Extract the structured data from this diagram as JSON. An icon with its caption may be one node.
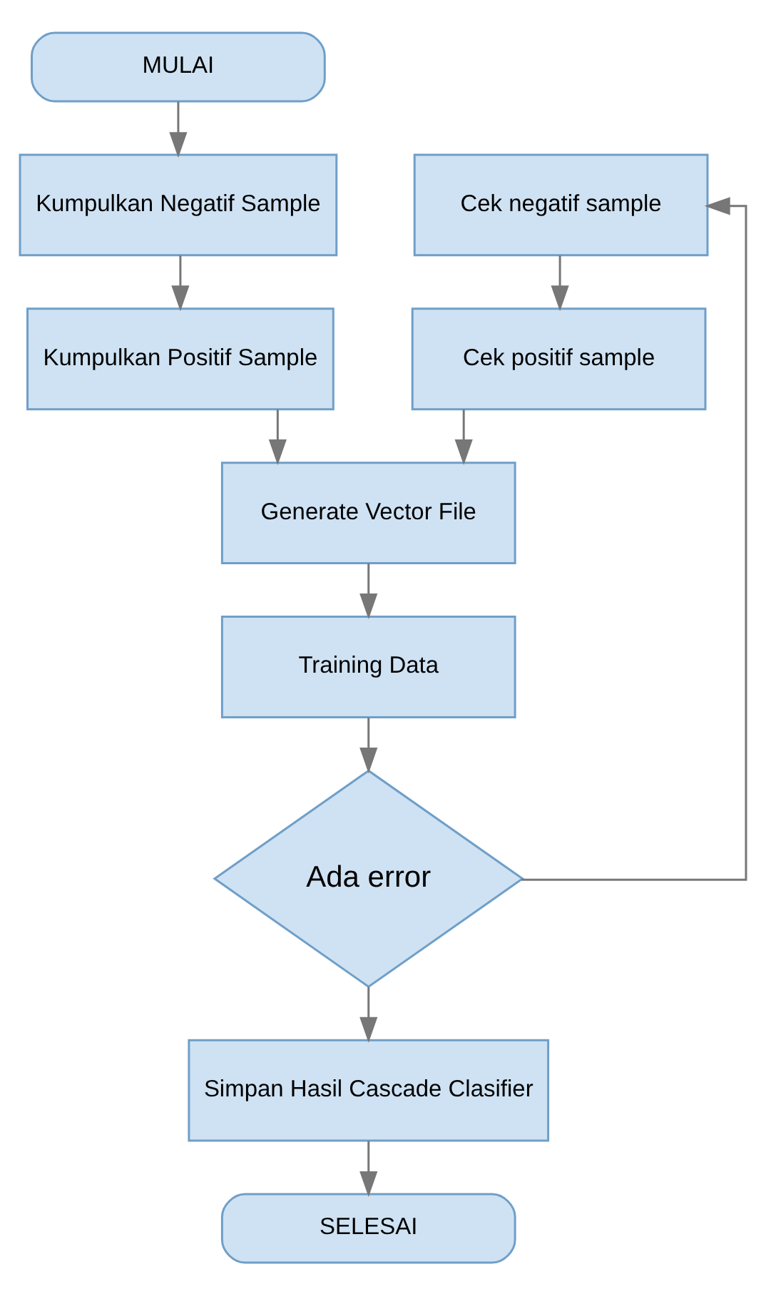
{
  "diagram": {
    "nodes": [
      {
        "text": [
          "MULAI"
        ]
      },
      {
        "text": [
          "Cek negatif sample"
        ]
      },
      {
        "text": [
          "Kumpulkan Negatif Sample"
        ]
      },
      {
        "text": [
          "Cek positif sample"
        ]
      },
      {
        "text": [
          "Kumpulkan Positif Sample"
        ]
      },
      {
        "text": [
          "Generate Vector File"
        ]
      },
      {
        "text": [
          "Training Data"
        ]
      },
      {
        "text": [
          "Ada error"
        ]
      },
      {
        "text": [
          "Simpan Hasil Cascade Clasifier"
        ]
      },
      {
        "text": [
          "SELESAI"
        ]
      }
    ],
    "edges": [
      {
        "from": 0,
        "to": 2,
        "arrow": "to"
      },
      {
        "from": 2,
        "to": 4,
        "arrow": "to"
      },
      {
        "from": 1,
        "to": 3,
        "arrow": "to"
      },
      {
        "from": 3,
        "to": 5,
        "arrow": "to"
      },
      {
        "from": 4,
        "to": 5,
        "arrow": "to"
      },
      {
        "from": 5,
        "to": 6,
        "arrow": "to"
      },
      {
        "from": 6,
        "to": 7,
        "arrow": "to"
      },
      {
        "from": 7,
        "to": 1,
        "arrow": "to"
      },
      {
        "from": 7,
        "to": 8,
        "arrow": "to"
      },
      {
        "from": 8,
        "to": 9,
        "arrow": "to"
      }
    ]
  }
}
